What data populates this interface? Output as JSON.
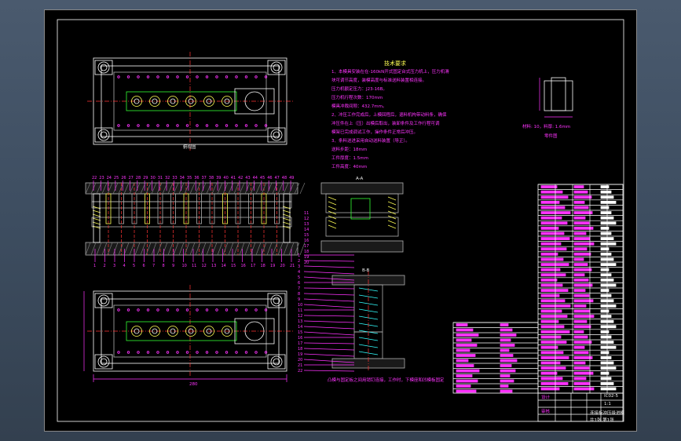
{
  "colors": {
    "background": "#000000",
    "frame": "#ffffff",
    "steel": "#b0b0b0",
    "dimension": "#ff33ff",
    "center": "#ff3333",
    "strip": "#33ff33",
    "yellow": "#ffff55",
    "cyan": "#33ffff"
  },
  "drawing": {
    "plan_view_label": "俯视图",
    "section_a_label": "A-A",
    "section_b_label": "B-B",
    "part_label": "零件图",
    "part_note": "材料: 10，料厚: 1.6mm",
    "overall_dim": "280",
    "tech_title": "技术要求",
    "tech_lines": [
      "1、本模具安装在在-160kN开式固定台式压力机上，压力机滑",
      "块可调节高度，装模高度与标准送料装置相连接。",
      "压力机额定压力：J23-16B。",
      "压力机行程次数：170mm",
      "模具冲裁间隙：432.7mm。",
      "2、冲压工作完成后，上模回程后，退料机构带动料条，确保",
      "  冲压件在上（压）出模后取出，装卸条件及工作行程可调",
      "  模架已完成调试工作，操作条件正常后冲压。",
      "3、条料送进采用自动送料装置（导正）。",
      "送料步距：18mm",
      "工件厚度：1.5mm",
      "工件高度：40mm"
    ],
    "section_caption": "凸模与固定板之间用销钉连接，工作时，下模座和凹模板固定",
    "title_block": {
      "stamp": "IC02-5",
      "scale": "1:1",
      "design": "设计",
      "check": "审核",
      "part_name": "连接板冲压级进模",
      "sheet": "共1张 第1张"
    },
    "top_numbers": [
      "22",
      "23",
      "24",
      "25",
      "26",
      "27",
      "28",
      "29",
      "30",
      "31",
      "32",
      "33",
      "34",
      "35",
      "36",
      "37",
      "38",
      "39",
      "40",
      "41",
      "42",
      "43",
      "44",
      "45",
      "46",
      "47",
      "48",
      "49"
    ],
    "bottom_numbers": [
      "1",
      "2",
      "3",
      "4",
      "5",
      "6",
      "7",
      "8",
      "9",
      "10",
      "11",
      "12",
      "13",
      "14",
      "15",
      "16",
      "17",
      "18",
      "19",
      "20",
      "21"
    ],
    "right_numbers": [
      "1",
      "2",
      "3",
      "4",
      "5",
      "6",
      "7",
      "8",
      "9",
      "10",
      "11",
      "12",
      "13",
      "14",
      "15",
      "16",
      "17",
      "18",
      "19",
      "20",
      "21",
      "22"
    ]
  }
}
